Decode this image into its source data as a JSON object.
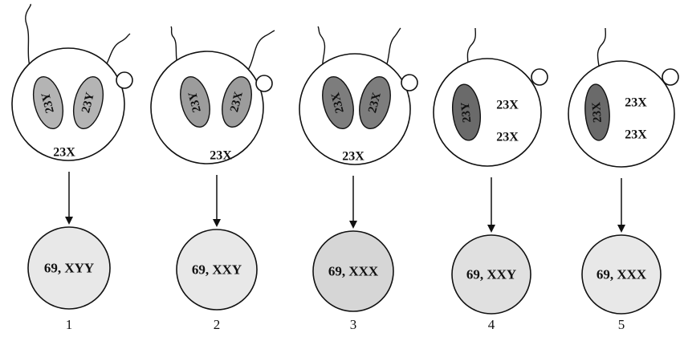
{
  "panels": [
    {
      "number": "1",
      "sperm": [
        {
          "label": "23Y",
          "shade": "#b4b4b4"
        },
        {
          "label": "23Y",
          "shade": "#b4b4b4"
        }
      ],
      "egg_labels": [
        "23X"
      ],
      "zygote": {
        "label": "69, XYY",
        "fill": "#e8e8e8"
      }
    },
    {
      "number": "2",
      "sperm": [
        {
          "label": "23Y",
          "shade": "#9c9c9c"
        },
        {
          "label": "23X",
          "shade": "#9c9c9c"
        }
      ],
      "egg_labels": [
        "23X"
      ],
      "zygote": {
        "label": "69, XXY",
        "fill": "#e8e8e8"
      }
    },
    {
      "number": "3",
      "sperm": [
        {
          "label": "23X",
          "shade": "#7d7d7d"
        },
        {
          "label": "23X",
          "shade": "#7d7d7d"
        }
      ],
      "egg_labels": [
        "23X"
      ],
      "zygote": {
        "label": "69, XXX",
        "fill": "#d6d6d6"
      }
    },
    {
      "number": "4",
      "sperm": [
        {
          "label": "23Y",
          "shade": "#6a6a6a"
        }
      ],
      "egg_labels": [
        "23X",
        "23X"
      ],
      "zygote": {
        "label": "69, XXY",
        "fill": "#e0e0e0"
      }
    },
    {
      "number": "5",
      "sperm": [
        {
          "label": "23X",
          "shade": "#6a6a6a"
        }
      ],
      "egg_labels": [
        "23X",
        "23X"
      ],
      "zygote": {
        "label": "69, XXX",
        "fill": "#e8e8e8"
      }
    }
  ],
  "colors": {
    "line": "#111111",
    "background": "#ffffff"
  }
}
